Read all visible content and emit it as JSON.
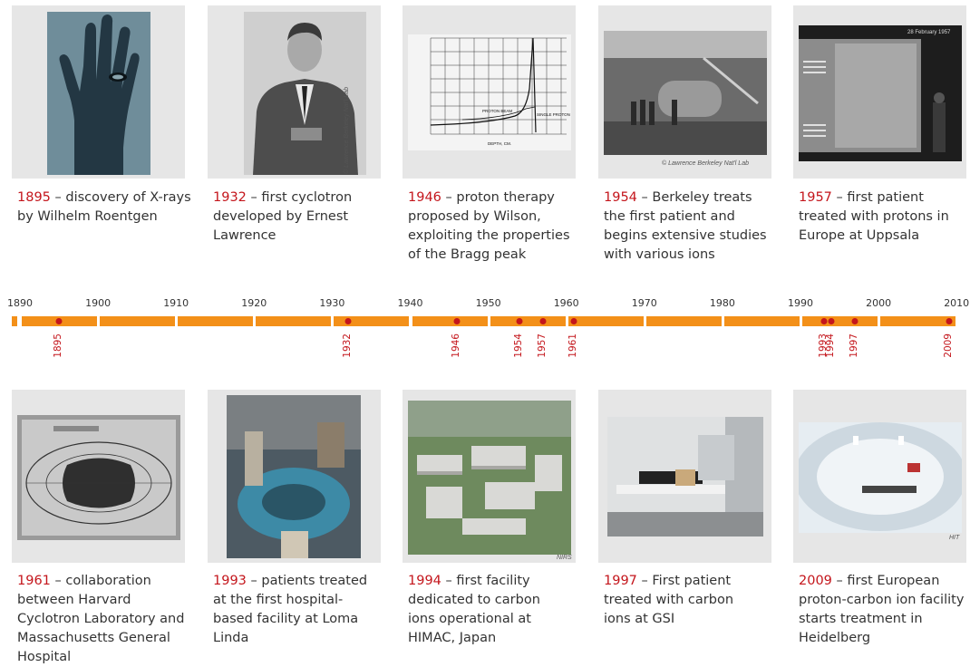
{
  "top_events": [
    {
      "year": "1895",
      "text": " – discovery of X-rays by Wilhelm Roentgen",
      "credit": ""
    },
    {
      "year": "1932",
      "text": " – first cyclotron developed by Ernest Lawrence",
      "credit": "© Lawrence Berkeley Nat'l Lab"
    },
    {
      "year": "1946",
      "text": " – proton therapy proposed by Wilson, exploiting the properties of the Bragg peak",
      "credit": ""
    },
    {
      "year": "1954",
      "text": " – Berkeley treats the first patient and begins extensive studies with various ions",
      "credit": "© Lawrence Berkeley Nat'l Lab"
    },
    {
      "year": "1957",
      "text": " – first patient treated with protons in Europe at Uppsala",
      "credit": ""
    }
  ],
  "bottom_events": [
    {
      "year": "1961",
      "text": " – collaboration between Harvard Cyclotron Laboratory and Massachusetts General Hospital",
      "credit": ""
    },
    {
      "year": "1993",
      "text": " – patients treated at the first hospital-based facility at Loma Linda",
      "credit": ""
    },
    {
      "year": "1994",
      "text": " – first facility dedicated to carbon ions operational at HIMAC, Japan",
      "credit": "NIRS"
    },
    {
      "year": "1997",
      "text": " – First patient treated with carbon ions at GSI",
      "credit": ""
    },
    {
      "year": "2009",
      "text": " – first European proton-carbon ion facility starts treatment in Heidelberg",
      "credit": "HIT"
    }
  ],
  "timeline": {
    "decades": [
      "1890",
      "1900",
      "1910",
      "1920",
      "1930",
      "1940",
      "1950",
      "1960",
      "1970",
      "1980",
      "1990",
      "2000",
      "2010"
    ],
    "events": [
      "1895",
      "1932",
      "1946",
      "1954",
      "1957",
      "1961",
      "1993",
      "1994",
      "1997",
      "2009"
    ]
  },
  "bragg_chart": {
    "curve_label_1": "PROTON BEAM",
    "curve_label_2": "SINGLE PROTON",
    "xlabel": "DEPTH, CM."
  },
  "photo_1957_label": "28 February 1957"
}
